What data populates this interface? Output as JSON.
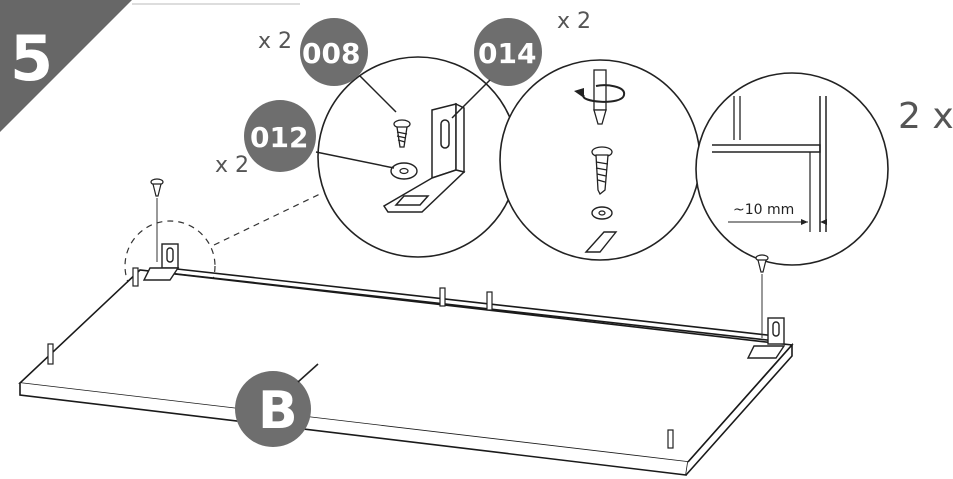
{
  "step": {
    "number": "5"
  },
  "parts": {
    "screw": {
      "code": "008",
      "qty": "x 2"
    },
    "washer": {
      "code": "012",
      "qty": "x 2"
    },
    "bracket": {
      "code": "014",
      "qty": "x 2"
    }
  },
  "panel": {
    "label": "B"
  },
  "detail": {
    "gap": "~10 mm",
    "repeat": "2 x"
  },
  "colors": {
    "dark": "#676767",
    "bubble": "#6e6e6e",
    "line": "#1a1a1a"
  }
}
